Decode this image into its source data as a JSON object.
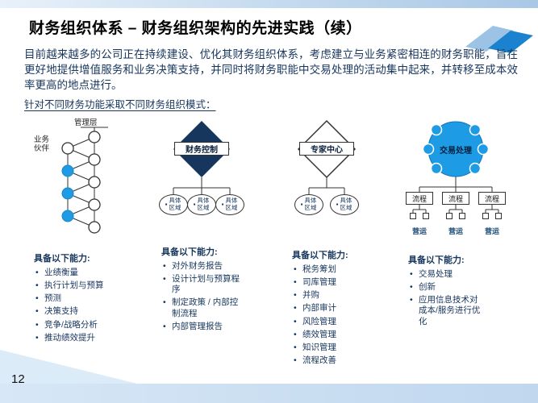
{
  "slide": {
    "title": "财务组织体系 – 财务组织架构的先进实践（续）",
    "intro": "目前越来越多的公司正在持续建设、优化其财务组织体系，考虑建立与业务紧密相连的财务职能，旨在更好地提供增值服务和业务决策支持，并同时将财务职能中交易处理的活动集中起来，并转移至成本效率更高的地点进行。",
    "subtitle": "针对不同财务功能采取不同财务组织模式：",
    "page_number": "12"
  },
  "diagrams": [
    {
      "top_label": "管理层",
      "side_label": "业务伙伴"
    },
    {
      "label": "财务控制",
      "children": [
        "具体区域",
        "具体区域",
        "具体区域"
      ]
    },
    {
      "label": "专家中心",
      "children": [
        "具体区域",
        "具体区域"
      ]
    },
    {
      "label": "交易处理",
      "children": [
        "流程",
        "流程",
        "流程"
      ],
      "sub_labels": [
        "营运",
        "营运",
        "营运"
      ]
    }
  ],
  "capabilities": [
    {
      "heading": "具备以下能力:",
      "items": [
        "业绩衡量",
        "执行计划与预算",
        "预测",
        "决策支持",
        "竞争/战略分析",
        "推动绩效提升"
      ]
    },
    {
      "heading": "具备以下能力:",
      "items": [
        "对外财务报告",
        "设计计划与预算程序",
        "制定政策 / 内部控制流程",
        "内部管理报告"
      ]
    },
    {
      "heading": "具备以下能力:",
      "items": [
        "税务筹划",
        "司库管理",
        "并购",
        "内部审计",
        "风险管理",
        "绩效管理",
        "知识管理",
        "流程改善"
      ]
    },
    {
      "heading": "具备以下能力:",
      "items": [
        "交易处理",
        "创新",
        "应用信息技术对成本/服务进行优化"
      ]
    }
  ],
  "icons": {
    "building": "▪"
  },
  "colors": {
    "accent_blue": "#1E9BE5",
    "dark_navy": "#17365D",
    "band_blue": "#CFE2F3",
    "ribbon_blue": "#1B82CF"
  }
}
